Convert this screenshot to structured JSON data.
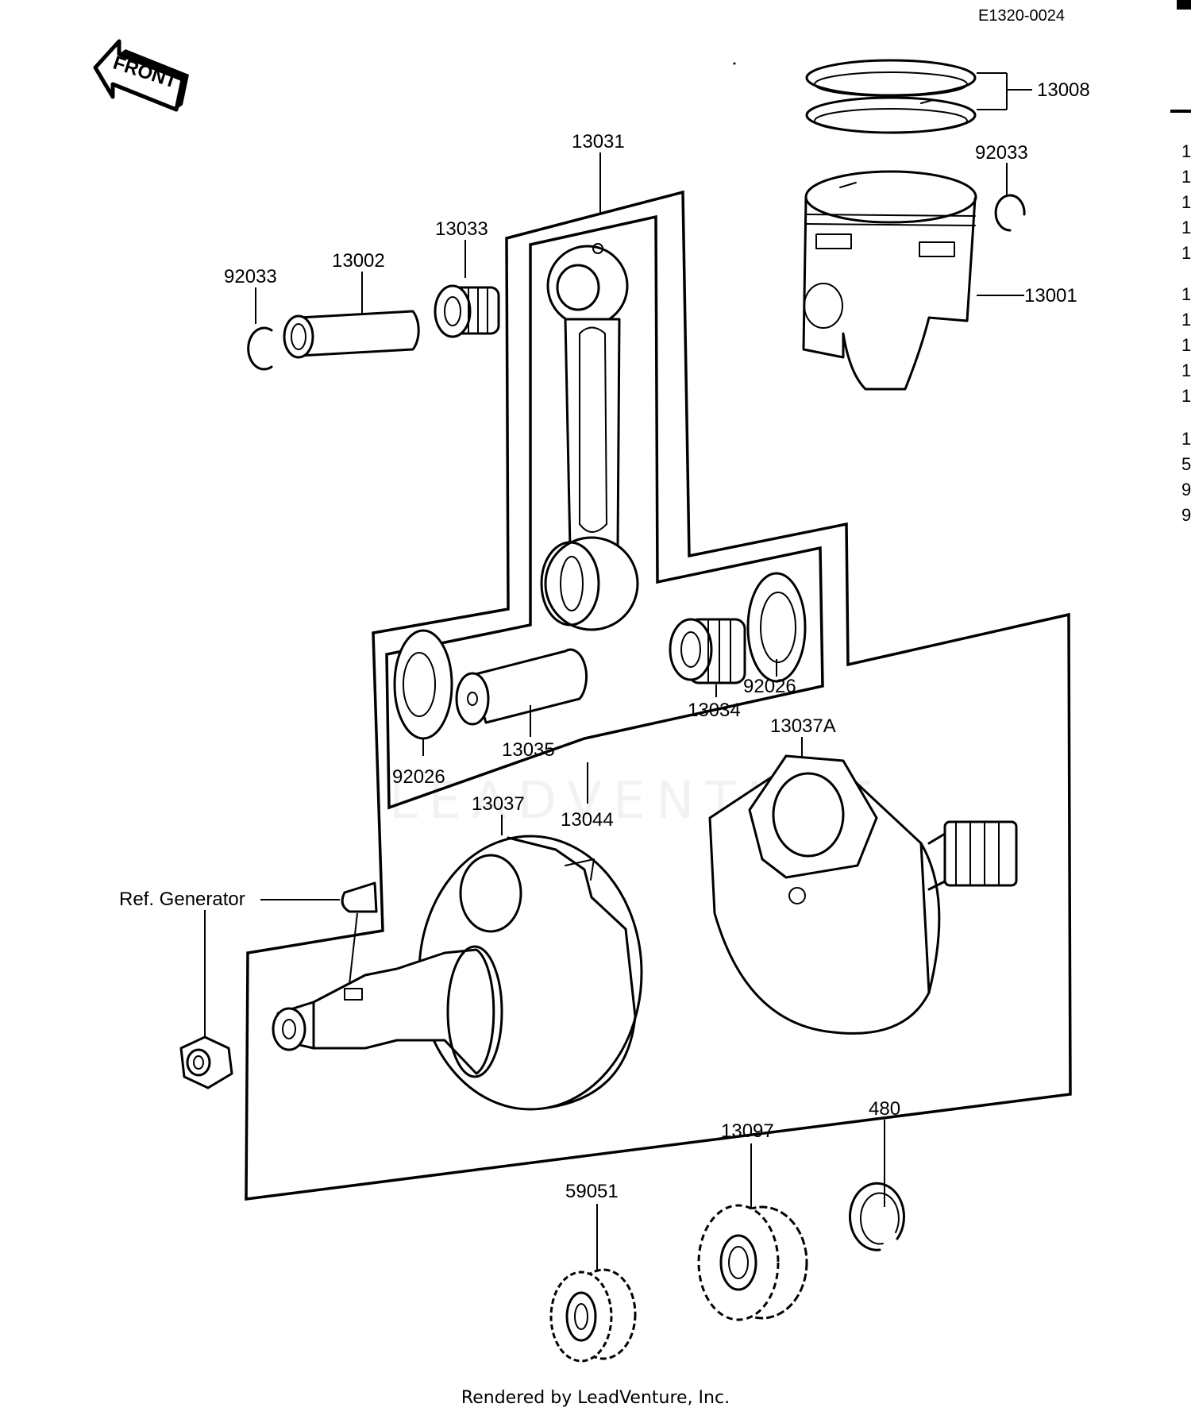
{
  "diagram_code": "E1320-0024",
  "front_label": "FRONT",
  "part_labels": {
    "piston_rings": "13008",
    "circlip_right": "92033",
    "piston": "13001",
    "connecting_rod": "13031",
    "needle_bearing_small": "13033",
    "piston_pin": "13002",
    "circlip_left": "92033",
    "needle_bearing_big": "13034",
    "washer_right": "92026",
    "washer_left": "92026",
    "crank_pin": "13035",
    "crankshaft_assy": "13044",
    "flywheel_right": "13037A",
    "flywheel_left": "13037",
    "ref_generator": "Ref. Generator",
    "circlip_480": "480",
    "gear_13097": "13097",
    "gear_59051": "59051"
  },
  "cut_off_text": [
    "1",
    "1",
    "1",
    "1",
    "1",
    "1",
    "1",
    "1",
    "1",
    "1",
    "1",
    "5",
    "9",
    "9"
  ],
  "watermark": "LEADVENTURE",
  "footer_credit": "Rendered by LeadVenture, Inc."
}
